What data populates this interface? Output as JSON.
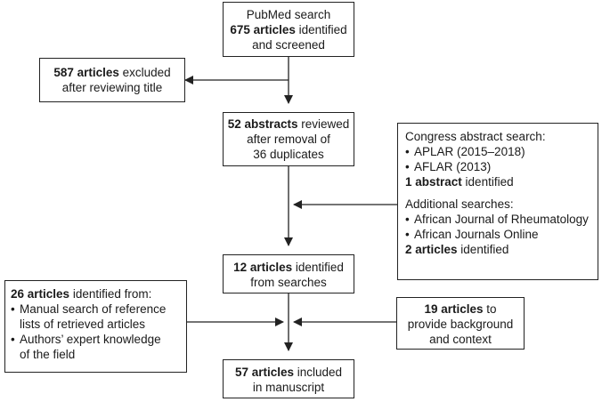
{
  "boxes": {
    "pubmed": {
      "line1": "PubMed search",
      "bold": "675 articles",
      "rest": " identified",
      "line3": "and screened"
    },
    "excluded": {
      "bold": "587 articles",
      "rest": " excluded",
      "line2": "after reviewing title"
    },
    "abstracts": {
      "bold": "52 abstracts",
      "rest": " reviewed",
      "line2": "after removal of",
      "line3": "36 duplicates"
    },
    "congress": {
      "heading": "Congress abstract search:",
      "items": [
        "APLAR (2015–2018)",
        "AFLAR (2013)"
      ],
      "result_bold": "1 abstract",
      "result_rest": " identified",
      "heading2": "Additional searches:",
      "items2": [
        "African Journal of Rheumatology",
        "African Journals Online"
      ],
      "result2_bold": "2 articles",
      "result2_rest": " identified"
    },
    "identified": {
      "bold": "12 articles",
      "rest": " identified",
      "line2": "from searches"
    },
    "reference": {
      "bold": "26 articles",
      "rest": " identified from:",
      "item1a": "Manual search of reference",
      "item1b": "lists of retrieved articles",
      "item2a": "Authors’ expert knowledge",
      "item2b": "of the field"
    },
    "background": {
      "bold": "19 articles",
      "rest": " to",
      "line2": "provide background",
      "line3": "and context"
    },
    "included": {
      "bold": "57 articles",
      "rest": " included",
      "line2": "in manuscript"
    }
  }
}
